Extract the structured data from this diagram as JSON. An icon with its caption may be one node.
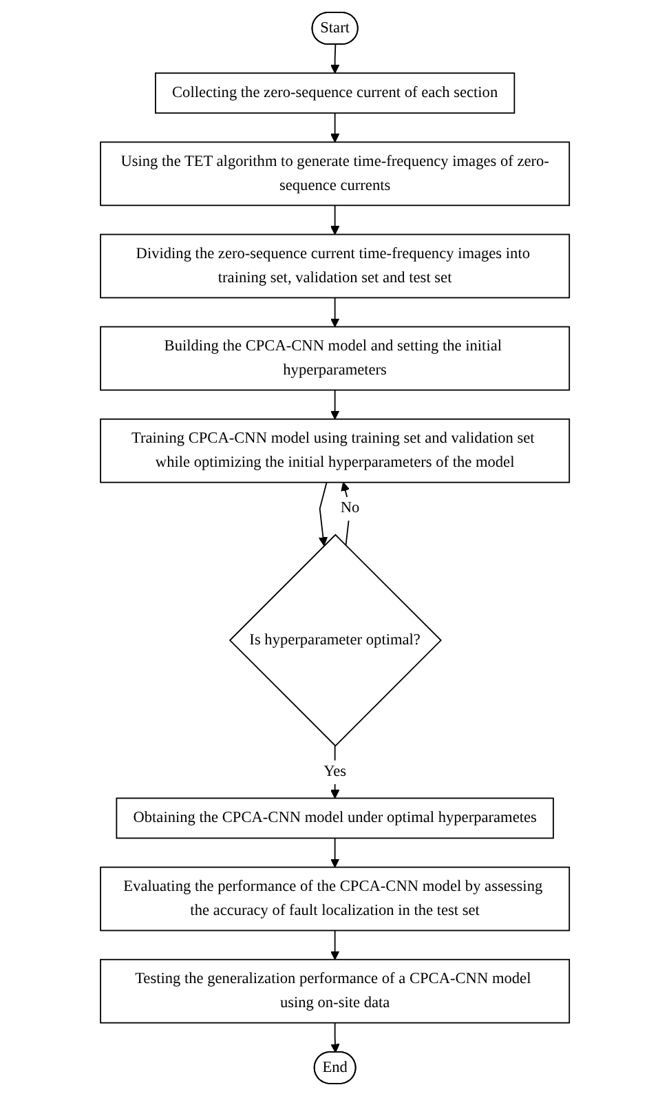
{
  "diagram": {
    "nodes": [
      {
        "text": [
          "Start"
        ]
      },
      {
        "text": [
          "Collecting the zero-sequence current of each section"
        ]
      },
      {
        "text": [
          "Using the TET algorithm to generate time-frequency images of zero-sequence currents"
        ]
      },
      {
        "text": [
          "Dividing the zero-sequence current time-frequency images into training set, validation set and test set"
        ]
      },
      {
        "text": [
          "Building the CPCA-CNN model and setting the initial hyperparameters"
        ]
      },
      {
        "text": [
          "Training CPCA-CNN model using training set and validation set while optimizing the initial hyperparameters of the model"
        ]
      },
      {
        "text": [
          "Is hyperparameter optimal?"
        ]
      },
      {
        "text": [
          "Obtaining the CPCA-CNN model under optimal hyperparametes"
        ]
      },
      {
        "text": [
          "Evaluating the performance of the CPCA-CNN model by assessing the accuracy of fault localization in the test set"
        ]
      },
      {
        "text": [
          "Testing the generalization performance of a CPCA-CNN model using on-site data"
        ]
      },
      {
        "text": [
          "End"
        ]
      }
    ],
    "edges": [
      {
        "from": 0,
        "to": 1,
        "arrow": "to"
      },
      {
        "from": 1,
        "to": 2,
        "arrow": "to"
      },
      {
        "from": 2,
        "to": 3,
        "arrow": "to"
      },
      {
        "from": 3,
        "to": 4,
        "arrow": "to"
      },
      {
        "from": 4,
        "to": 5,
        "arrow": "to"
      },
      {
        "from": 5,
        "to": 6,
        "arrow": "to"
      },
      {
        "from": 6,
        "to": 5,
        "arrow": "to",
        "label": "No"
      },
      {
        "from": 6,
        "to": 7,
        "arrow": "to",
        "label": "Yes"
      },
      {
        "from": 7,
        "to": 8,
        "arrow": "to"
      },
      {
        "from": 8,
        "to": 9,
        "arrow": "to"
      },
      {
        "from": 9,
        "to": 10,
        "arrow": "to"
      }
    ]
  }
}
